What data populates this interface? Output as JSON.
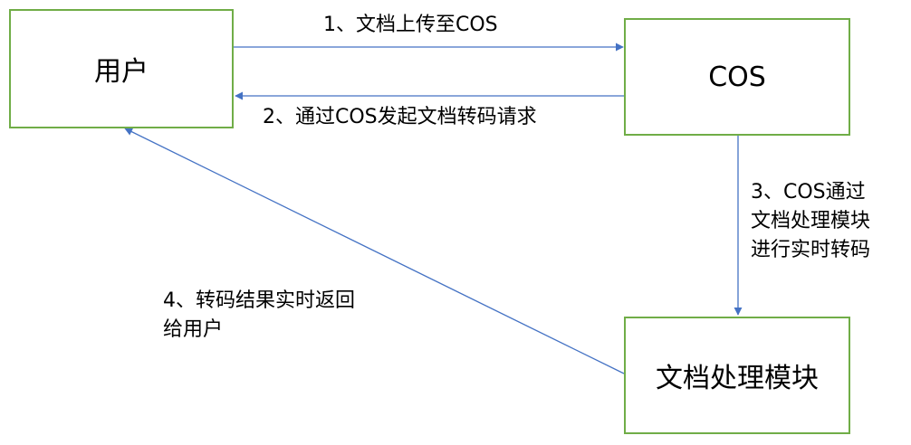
{
  "nodes": {
    "user": "用户",
    "cos": "COS",
    "doc_module": "文档处理模块"
  },
  "edges": {
    "step1": [
      "1、文档上传至COS"
    ],
    "step2": [
      "2、通过COS发起文档转码请求"
    ],
    "step3": [
      "3、COS通过",
      "文档处理模块",
      "进行实时转码"
    ],
    "step4": [
      "4、转码结果实时返回",
      "给用户"
    ]
  },
  "colors": {
    "box_border": "#70ad47",
    "arrow": "#4472c4"
  }
}
